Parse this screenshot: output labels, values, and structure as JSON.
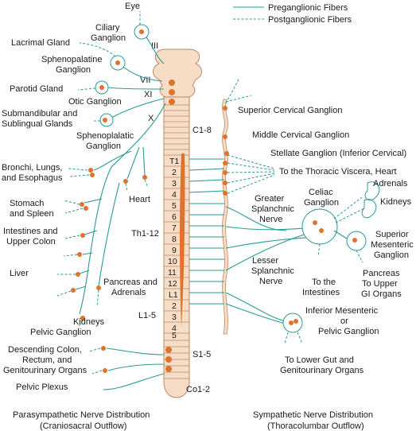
{
  "legend": {
    "preganglionic": "Preganglionic Fibers",
    "postganglionic": "Postganglionic Fibers"
  },
  "cranial_nerves": {
    "III": "III",
    "VII": "VII",
    "XI": "XI",
    "X": "X"
  },
  "cord_labels": {
    "c18": "C1-8",
    "th112": "Th1-12",
    "l15": "L1-5",
    "s15": "S1-5",
    "co12": "Co1-2"
  },
  "segments": [
    "T1",
    "2",
    "3",
    "4",
    "5",
    "6",
    "7",
    "8",
    "9",
    "10",
    "11",
    "12",
    "L1",
    "2",
    "3",
    "4",
    "5"
  ],
  "parasympathetic": {
    "eye": "Eye",
    "ciliary": [
      "Ciliary",
      "Ganglion"
    ],
    "lacrimal": "Lacrimal Gland",
    "sphenopalatine": [
      "Sphenopalatine",
      "Ganglion"
    ],
    "parotid": "Parotid Gland",
    "otic": "Otic Ganglion",
    "submandibular": [
      "Submandibular and",
      "Sublingual Glands"
    ],
    "sphenoplalatic": [
      "Sphenoplalatic",
      "Ganglion"
    ],
    "bronchi": [
      "Bronchi, Lungs,",
      "and Esophagus"
    ],
    "heart": "Heart",
    "stomach": [
      "Stomach",
      "and Spleen"
    ],
    "intestines": [
      "Intestines and",
      "Upper Colon"
    ],
    "liver": "Liver",
    "pancreas": [
      "Pancreas and",
      "Adrenals"
    ],
    "kidneys": "Kidneys",
    "pelvic_ganglion": "Pelvic Ganglion",
    "descending": [
      "Descending Colon,",
      "Rectum, and",
      "Genitourinary Organs"
    ],
    "pelvic_plexus": "Pelvic Plexus"
  },
  "sympathetic": {
    "superior_cervical": "Superior Cervical Ganglion",
    "middle_cervical": "Middle Cervical Ganglion",
    "stellate": "Stellate Ganglion (Inferior Cervical)",
    "thoracic_viscera": "To the Thoracic Viscera, Heart",
    "greater_splanchnic": [
      "Greater",
      "Splanchnic",
      "Nerve"
    ],
    "celiac": [
      "Celiac",
      "Ganglion"
    ],
    "adrenals": "Adrenals",
    "kidneys": "Kidneys",
    "superior_mesenteric": [
      "Superior",
      "Mesenteric",
      "Ganglion"
    ],
    "lesser_splanchnic": [
      "Lesser",
      "Splanchnic",
      "Nerve"
    ],
    "to_intestines": [
      "To the",
      "Intestines"
    ],
    "pancreas_gi": [
      "Pancreas",
      "To Upper",
      "GI Organs"
    ],
    "inferior_mesenteric": [
      "Inferior Mesenteric",
      "or",
      "Pelvic Ganglion"
    ],
    "lower_gut": [
      "To Lower Gut and",
      "Genitourinary Organs"
    ]
  },
  "captions": {
    "para_title": "Parasympathetic Nerve Distribution",
    "para_sub": "(Craniosacral Outflow)",
    "symp_title": "Sympathetic Nerve Distribution",
    "symp_sub": "(Thoracolumbar Outflow)"
  },
  "colors": {
    "fiber": "#2a9a96",
    "ganglion_dot": "#e0722c",
    "cord_fill": "#f8ddc6"
  }
}
